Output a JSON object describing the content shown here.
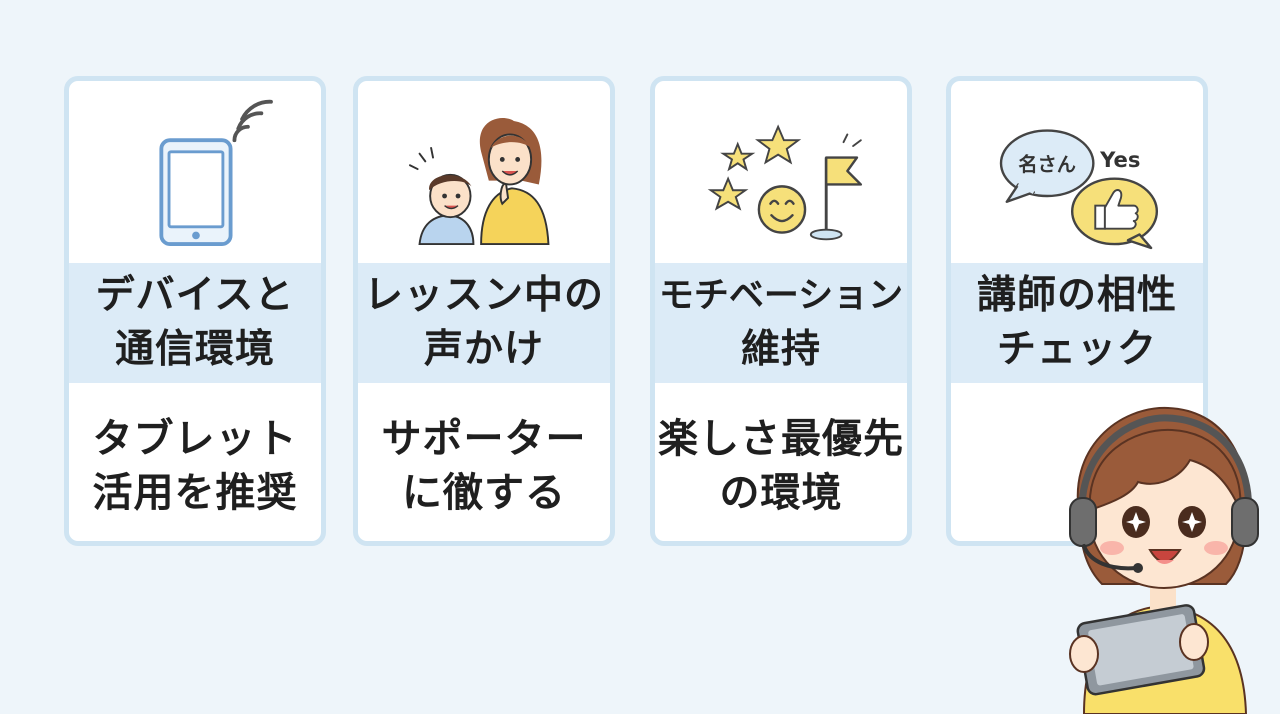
{
  "cards": [
    {
      "id": "device",
      "title_lines": [
        "デバイスと",
        "通信環境"
      ],
      "body_lines": [
        "タブレット",
        "活用を推奨"
      ],
      "icon": "tablet-wifi-icon"
    },
    {
      "id": "voice",
      "title_lines": [
        "レッスン中の",
        "声かけ"
      ],
      "body_lines": [
        "サポーター",
        "に徹する"
      ],
      "icon": "parent-child-icon"
    },
    {
      "id": "motivation",
      "title_lines": [
        "モチベーション",
        "維持"
      ],
      "body_lines": [
        "楽しさ最優先",
        "の環境"
      ],
      "icon": "stars-smiley-flag-icon"
    },
    {
      "id": "teacher",
      "title_lines": [
        "講師の相性",
        "チェック"
      ],
      "body_lines": [],
      "icon": "speech-bubbles-icon",
      "bubble_left": "名さん",
      "bubble_right": "Yes"
    }
  ],
  "colors": {
    "background": "#eef5fa",
    "card_border": "#cfe4f2",
    "band": "#dcebf7",
    "accent_yellow": "#f6e07a",
    "icon_blue": "#6a9ccf"
  }
}
